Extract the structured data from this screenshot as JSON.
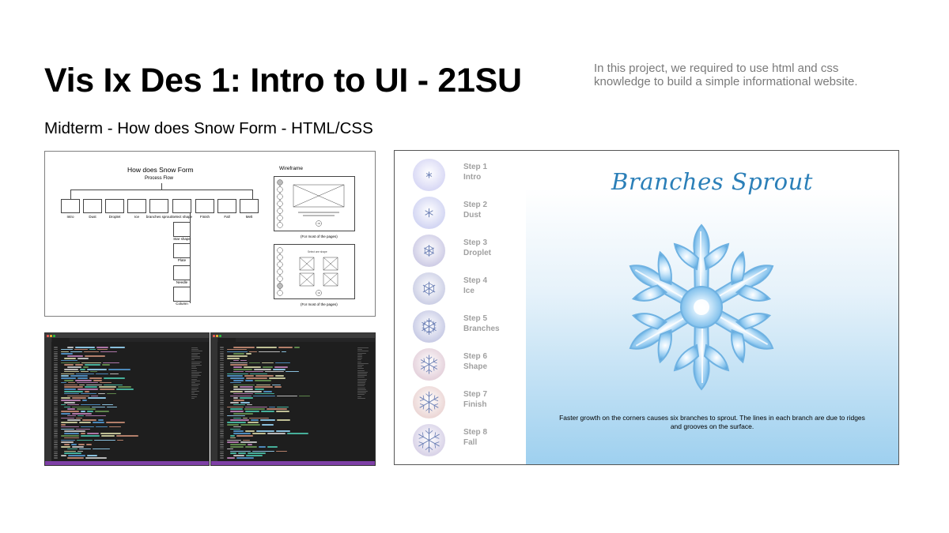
{
  "header": {
    "title": "Vis Ix Des 1: Intro to UI - 21SU",
    "description": "In this project, we required to use html and css knowledge to build a simple informational website.",
    "subtitle": "Midterm - How does Snow Form - HTML/CSS"
  },
  "flowchart": {
    "title": "How does Snow Form",
    "subtitle": "Process Flow",
    "wireframe_title": "Wireframe",
    "steps": [
      "Intro",
      "Dust",
      "Droplet",
      "Ice",
      "branches sprout",
      "Select shape",
      "Finish",
      "Fall",
      "Melt"
    ],
    "shapes": [
      "Star shape",
      "Plate",
      "Needle",
      "Column"
    ],
    "wire_caption_1": "(For most of the pages)",
    "wire_caption_2": "(For most of the pages)",
    "wire_select_label": "Select one shape"
  },
  "site": {
    "heading": "Branches Sprout",
    "caption": "Faster growth on the corners causes six branches to sprout. The lines in each branch are due to ridges and grooves on the surface.",
    "nav": [
      {
        "num": "Step 1",
        "name": "Intro"
      },
      {
        "num": "Step 2",
        "name": "Dust"
      },
      {
        "num": "Step 3",
        "name": "Droplet"
      },
      {
        "num": "Step 4",
        "name": "Ice"
      },
      {
        "num": "Step 5",
        "name": "Branches"
      },
      {
        "num": "Step 6",
        "name": "Shape"
      },
      {
        "num": "Step 7",
        "name": "Finish"
      },
      {
        "num": "Step 8",
        "name": "Fall"
      }
    ]
  },
  "colors": {
    "heading": "#2b7fb8",
    "nav_text": "#a0a0a0",
    "editor_bg": "#1e1e1e",
    "editor_status": "#7e3fa6",
    "sky_bottom": "#9ed0ef"
  }
}
